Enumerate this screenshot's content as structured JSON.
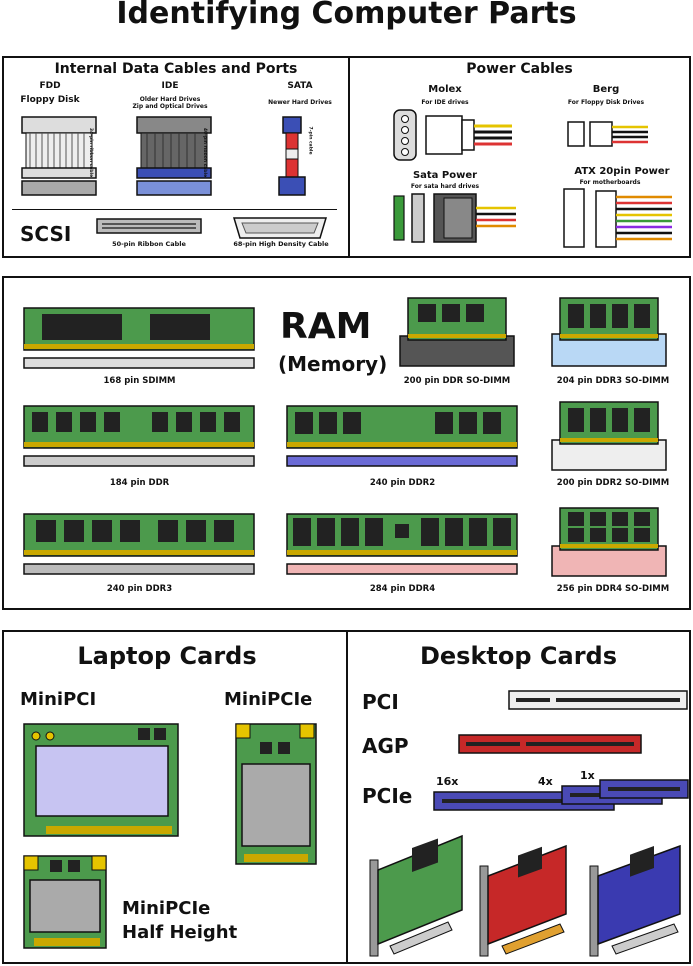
{
  "title": "Identifying Computer Parts",
  "internal": {
    "heading": "Internal Data Cables and Ports",
    "fdd": {
      "name": "FDD",
      "desc": "Floppy Disk",
      "cable": "34-pin ribbon cable"
    },
    "ide": {
      "name": "IDE",
      "desc1": "Older Hard Drives",
      "desc2": "Zip and Optical Drives",
      "cable": "40-pin ribbon cable"
    },
    "sata": {
      "name": "SATA",
      "desc": "Newer Hard Drives",
      "cable": "7-pin cable"
    },
    "scsi": {
      "name": "SCSI",
      "cable50": "50-pin Ribbon Cable",
      "cable68": "68-pin High Density Cable"
    }
  },
  "power": {
    "heading": "Power Cables",
    "molex": {
      "name": "Molex",
      "desc": "For IDE drives"
    },
    "berg": {
      "name": "Berg",
      "desc": "For Floppy Disk Drives"
    },
    "sata": {
      "name": "Sata Power",
      "desc": "For sata hard drives"
    },
    "atx": {
      "name": "ATX 20pin Power",
      "desc": "For motherboards"
    }
  },
  "ram": {
    "title1": "RAM",
    "title2": "(Memory)",
    "modules": [
      "168 pin SDIMM",
      "200 pin DDR SO-DIMM",
      "204 pin DDR3 SO-DIMM",
      "184 pin DDR",
      "240 pin DDR2",
      "200 pin DDR2 SO-DIMM",
      "240 pin DDR3",
      "284 pin DDR4",
      "256 pin DDR4 SO-DIMM"
    ]
  },
  "laptop": {
    "heading": "Laptop Cards",
    "minipci": "MiniPCI",
    "minipcie": "MiniPCIe",
    "half1": "MiniPCIe",
    "half2": "Half Height"
  },
  "desktop": {
    "heading": "Desktop Cards",
    "pci": "PCI",
    "agp": "AGP",
    "pcie": "PCIe",
    "x16": "16x",
    "x4": "4x",
    "x1": "1x"
  }
}
